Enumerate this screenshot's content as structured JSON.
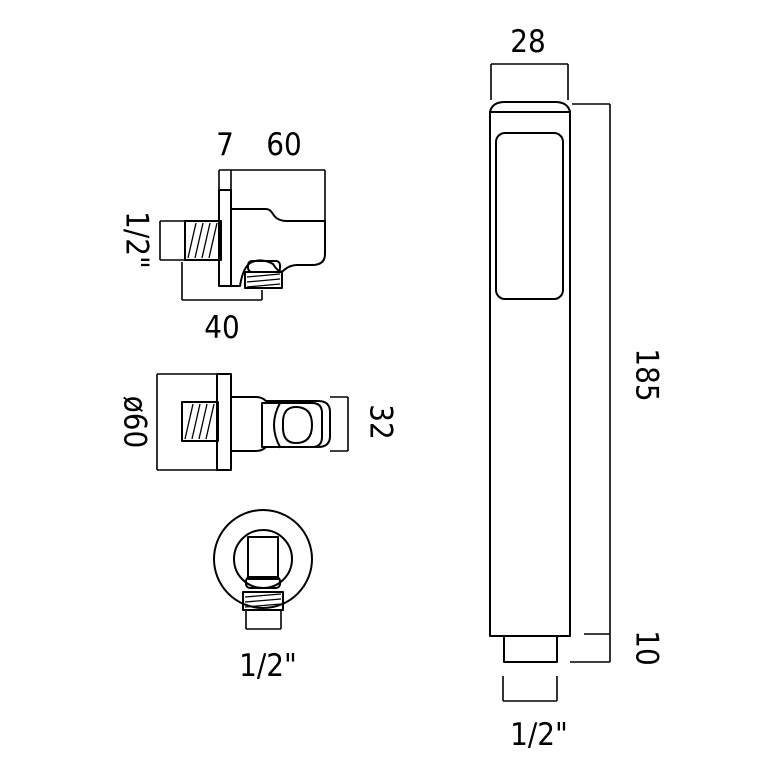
{
  "labels": {
    "holder_depth": "7",
    "holder_length": "60",
    "holder_side_thread": "1/2\"",
    "holder_base": "40",
    "flange_diameter": "ø60",
    "holder_width": "32",
    "front_thread": "1/2\"",
    "handset_width": "28",
    "handset_length": "185",
    "handset_connector": "10",
    "handset_thread": "1/2\""
  }
}
